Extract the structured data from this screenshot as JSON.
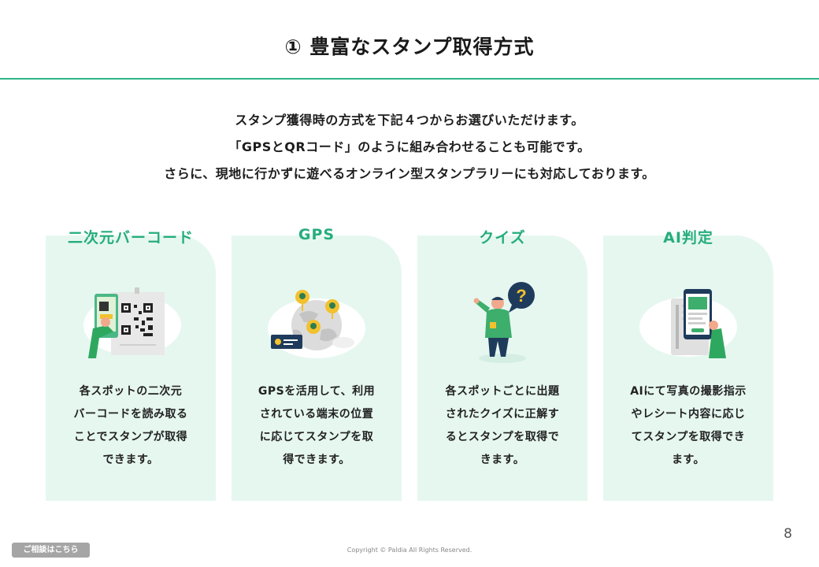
{
  "header": {
    "title": "① 豊富なスタンプ取得方式"
  },
  "intro": {
    "lines": [
      "スタンプ獲得時の方式を下記４つからお選びいただけます。",
      "「GPSとQRコード」のように組み合わせることも可能です。",
      "さらに、現地に行かずに遊べるオンライン型スタンプラリーにも対応しております。"
    ]
  },
  "cards": [
    {
      "heading": "二次元バーコード",
      "icon": "qr-code-scan-illustration",
      "desc": [
        "各スポットの二次元",
        "バーコードを読み取る",
        "ことでスタンプが取得",
        "できます。"
      ]
    },
    {
      "heading": "GPS",
      "icon": "gps-globe-illustration",
      "desc": [
        "GPSを活用して、利用",
        "されている端末の位置",
        "に応じてスタンプを取",
        "得できます。"
      ]
    },
    {
      "heading": "クイズ",
      "icon": "quiz-person-illustration",
      "desc": [
        "各スポットごとに出題",
        "されたクイズに正解す",
        "るとスタンプを取得で",
        "きます。"
      ]
    },
    {
      "heading": "AI判定",
      "icon": "ai-receipt-illustration",
      "desc": [
        "AIにて写真の撮影指示",
        "やレシート内容に応じ",
        "てスタンプを取得でき",
        "ます。"
      ]
    }
  ],
  "footer": {
    "page_number": "8",
    "consult_label": "ご相談はこちら",
    "copyright": "Copyright © Paldia All Rights Reserved."
  },
  "colors": {
    "accent": "#2db485",
    "card_bg": "#e6f7f0",
    "heading": "#26ad7d"
  }
}
